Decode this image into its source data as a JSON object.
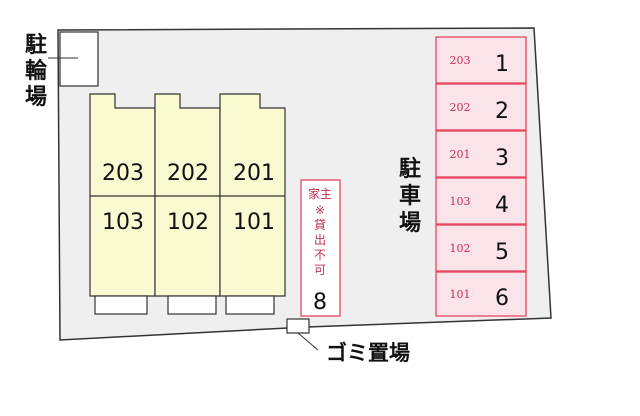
{
  "labels": {
    "bicycle": [
      "駐",
      "輪",
      "場"
    ],
    "parking": [
      "駐",
      "車",
      "場"
    ],
    "trash": "ゴミ置場"
  },
  "building_units": {
    "upper": [
      "203",
      "202",
      "201"
    ],
    "lower": [
      "103",
      "102",
      "101"
    ]
  },
  "owner_slot": {
    "lines": [
      "家主",
      "※",
      "貸",
      "出",
      "不",
      "可"
    ],
    "number": "8"
  },
  "parking_slots": [
    {
      "unit": "203",
      "number": "1"
    },
    {
      "unit": "202",
      "number": "2"
    },
    {
      "unit": "201",
      "number": "3"
    },
    {
      "unit": "103",
      "number": "4"
    },
    {
      "unit": "102",
      "number": "5"
    },
    {
      "unit": "101",
      "number": "6"
    }
  ],
  "colors": {
    "building_fill": "#fafad2",
    "slot_fill": "#fbe3ea",
    "slot_border": "#e8455f"
  }
}
